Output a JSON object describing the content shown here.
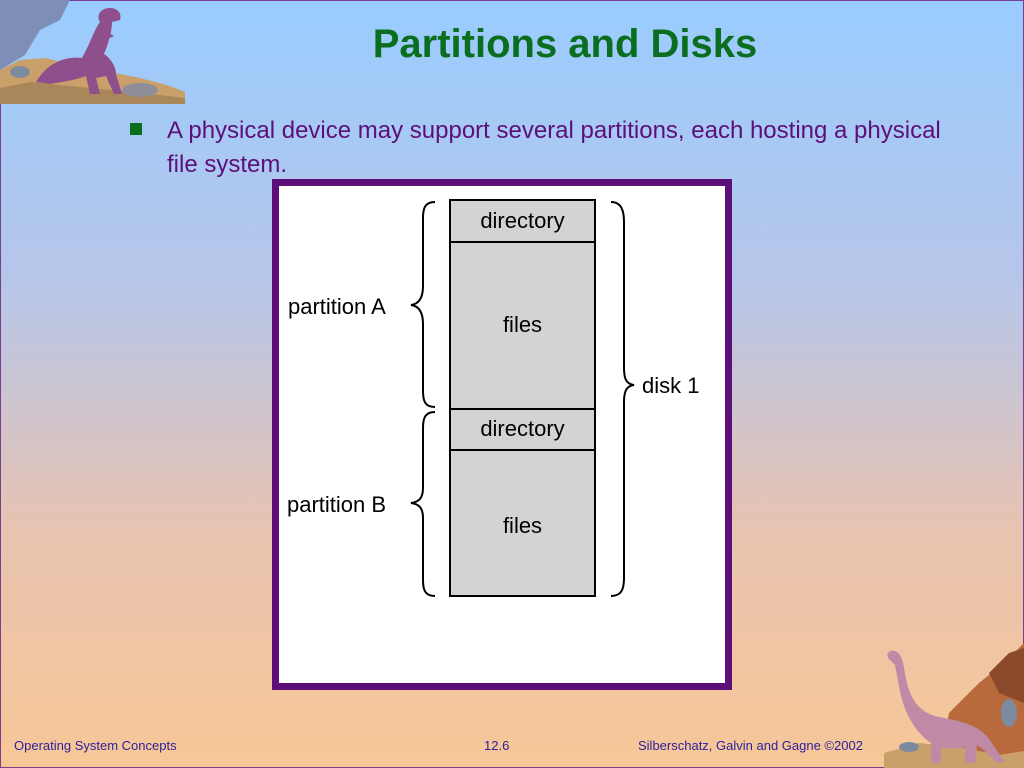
{
  "slide": {
    "title": "Partitions and Disks",
    "bullet": "A physical device may support several partitions, each hosting a physical file system."
  },
  "diagram": {
    "partition_a_label": "partition A",
    "partition_b_label": "partition B",
    "disk_label": "disk 1",
    "a_directory": "directory",
    "a_files": "files",
    "b_directory": "directory",
    "b_files": "files"
  },
  "footer": {
    "left": "Operating System Concepts",
    "center": "12.6",
    "right": "Silberschatz, Galvin and  Gagne ©2002"
  },
  "colors": {
    "title": "#0a6e1e",
    "text": "#5c0f78",
    "footer": "#2b1f9e",
    "block_fill": "#d3d3d6"
  },
  "images": {
    "top_left": "dinosaur-tyrannosaurus-illustration",
    "bottom_right": "dinosaur-sauropod-illustration"
  }
}
